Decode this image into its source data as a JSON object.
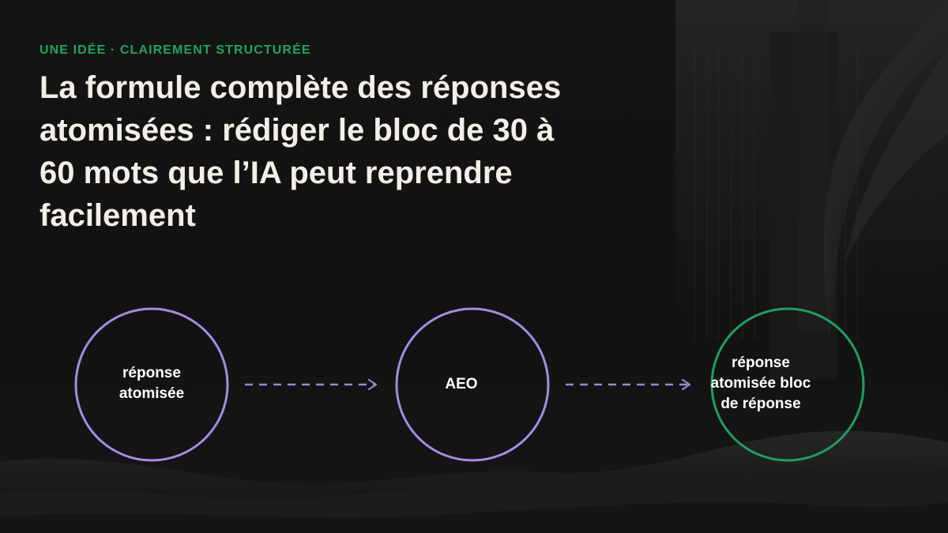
{
  "eyebrow": "UNE IDÉE · CLAIREMENT STRUCTURÉE",
  "title": "La formule complète des réponses atomisées : rédiger le bloc de 30 à 60 mots que l’IA peut reprendre facilement",
  "diagram": {
    "nodes": [
      {
        "label": "réponse\natomisée",
        "stroke": "#a58be0"
      },
      {
        "label": "AEO",
        "stroke": "#a58be0"
      },
      {
        "label": "réponse\natomisée bloc\nde réponse",
        "stroke": "#1f9e62"
      }
    ],
    "arrow_color": "#9b86d8"
  },
  "colors": {
    "background": "#131313",
    "accent_green": "#1fa463",
    "title_text": "#f4efe6"
  }
}
